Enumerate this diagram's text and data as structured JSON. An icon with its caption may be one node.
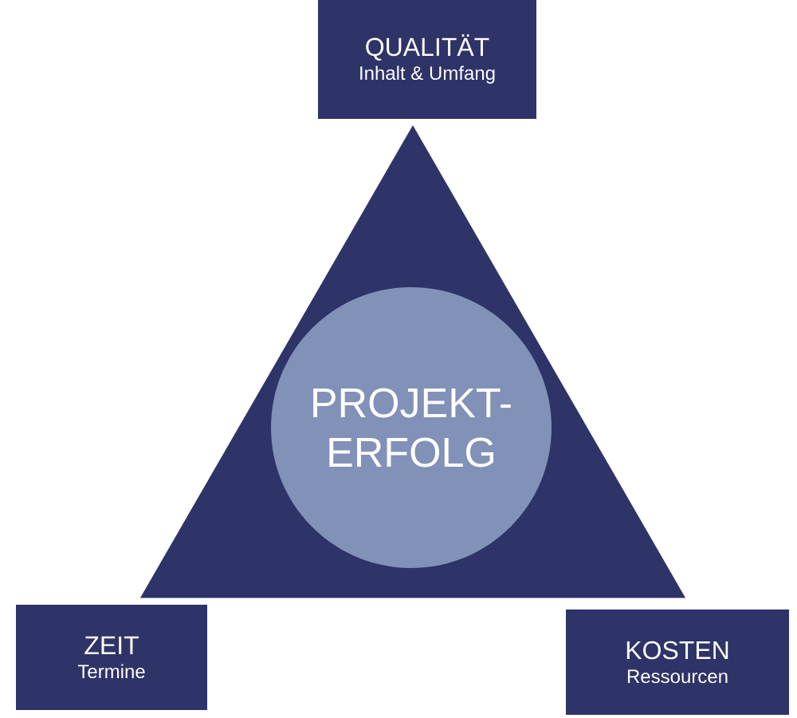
{
  "diagram": {
    "nodes": [
      {
        "text": [],
        "shape": "triangle"
      },
      {
        "text": [
          "PROJEKT- ERFOLG"
        ],
        "in": 0
      },
      {
        "text": [
          "QUALITÄT",
          "Inhalt & Umfang"
        ]
      },
      {
        "text": [
          "ZEIT",
          "Termine"
        ]
      },
      {
        "text": [
          "KOSTEN",
          "Ressourcen"
        ]
      }
    ]
  }
}
